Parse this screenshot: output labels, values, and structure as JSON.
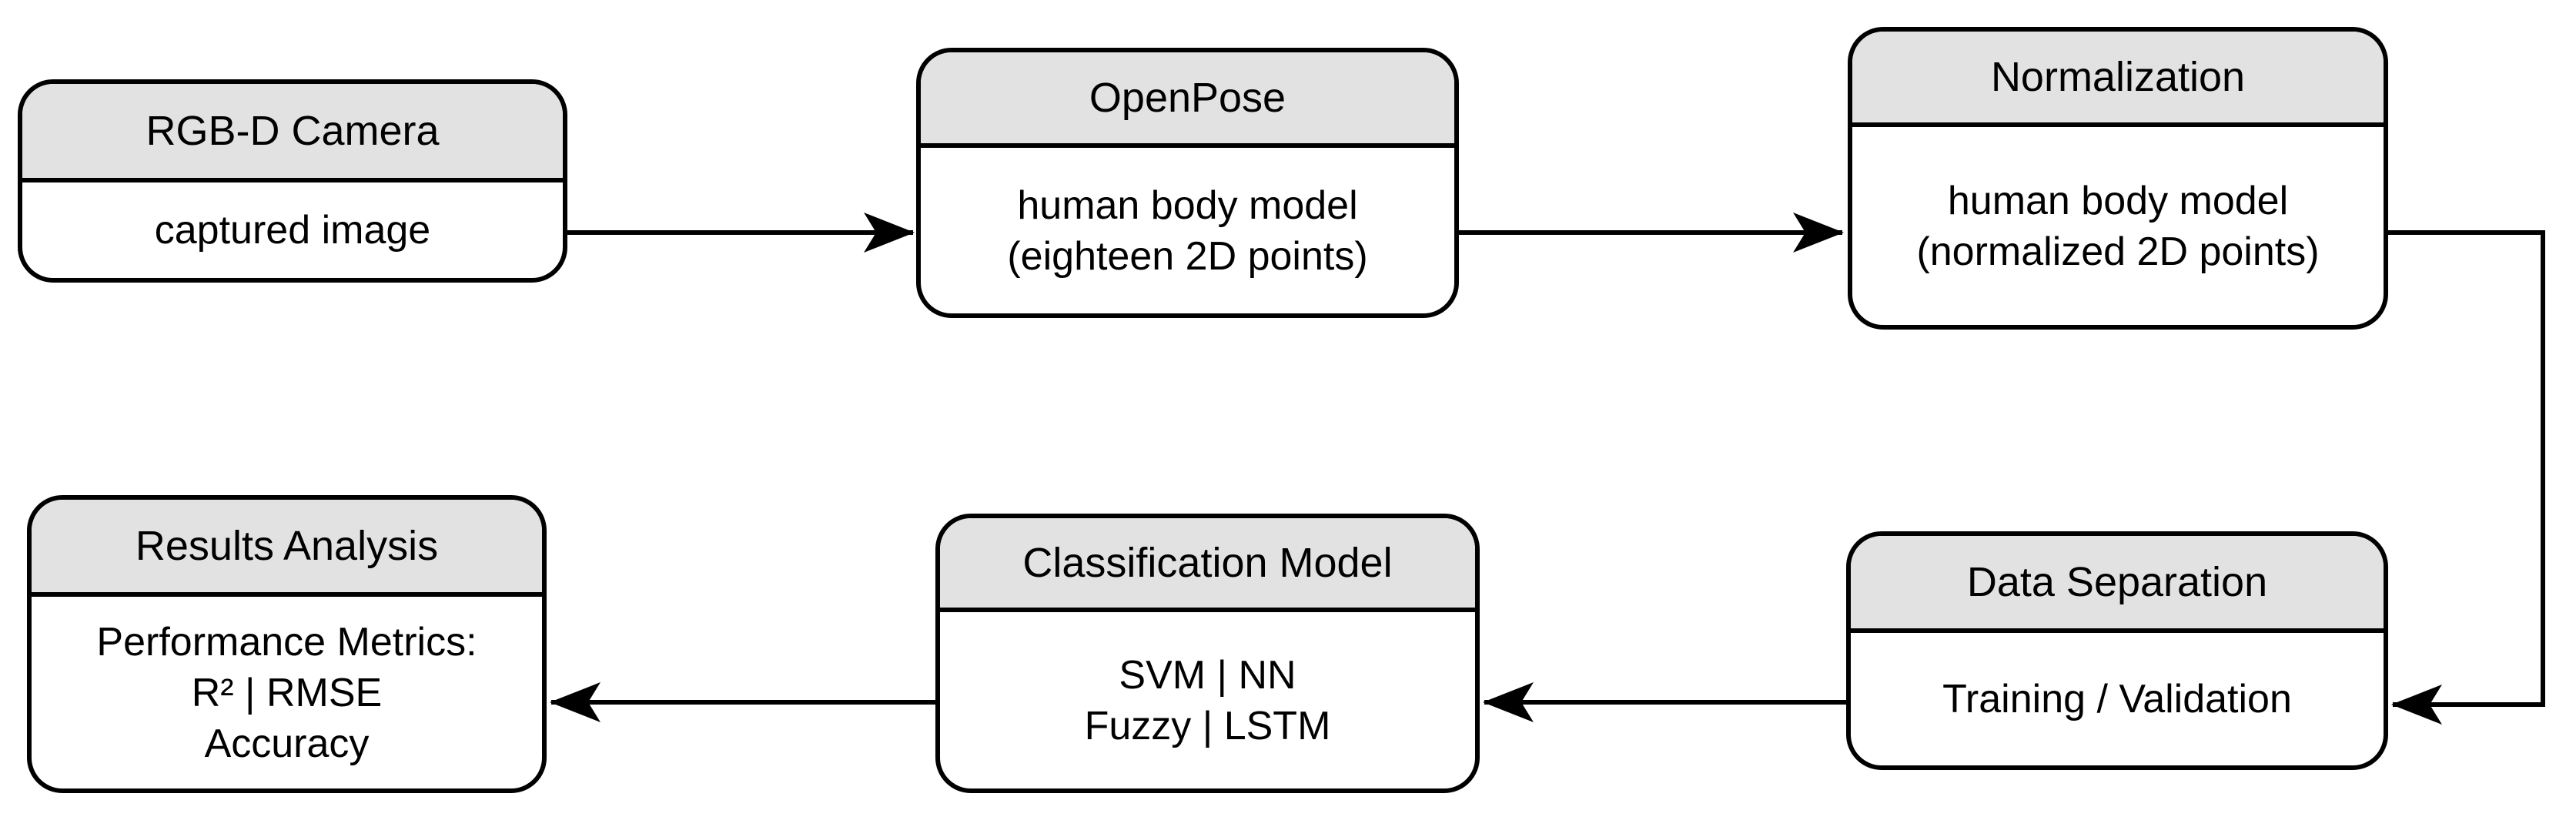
{
  "diagram": {
    "background_color": "#ffffff",
    "node_header_fill": "#e2e2e2",
    "node_border_color": "#000000",
    "text_color": "#000000",
    "nodes": [
      {
        "id": "rgbd-camera",
        "title": "RGB-D Camera",
        "body_lines": [
          "captured image"
        ]
      },
      {
        "id": "openpose",
        "title": "OpenPose",
        "body_lines": [
          "human body model",
          "(eighteen 2D points)"
        ]
      },
      {
        "id": "normalization",
        "title": "Normalization",
        "body_lines": [
          "human body model",
          "(normalized 2D points)"
        ]
      },
      {
        "id": "data-separation",
        "title": "Data Separation",
        "body_lines": [
          "Training / Validation"
        ]
      },
      {
        "id": "classification-model",
        "title": "Classification Model",
        "body_lines": [
          "SVM | NN",
          "Fuzzy | LSTM"
        ]
      },
      {
        "id": "results-analysis",
        "title": "Results Analysis",
        "body_lines": [
          "Performance Metrics:",
          "R² | RMSE",
          "Accuracy"
        ]
      }
    ],
    "edges": [
      {
        "from": "rgbd-camera",
        "to": "openpose"
      },
      {
        "from": "openpose",
        "to": "normalization"
      },
      {
        "from": "normalization",
        "to": "data-separation"
      },
      {
        "from": "data-separation",
        "to": "classification-model"
      },
      {
        "from": "classification-model",
        "to": "results-analysis"
      }
    ]
  }
}
